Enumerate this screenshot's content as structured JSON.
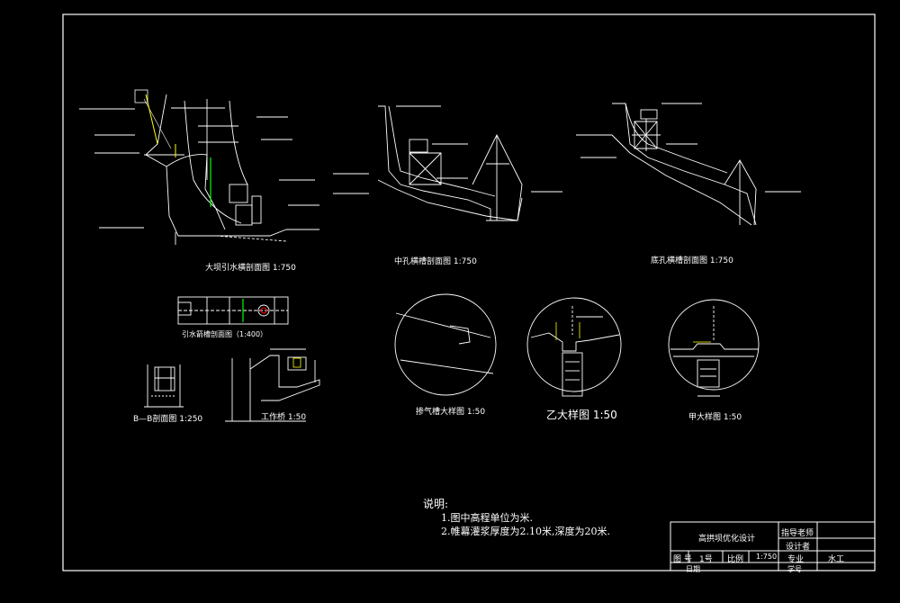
{
  "drawing": {
    "views": {
      "dam_section": "大坝引水横剖面图 1:750",
      "middle_outlet": "中孔横槽剖面图 1:750",
      "bottom_outlet": "底孔横槽剖面图 1:750",
      "intake_plan": "引水箭槽剖面图（1:400）",
      "bb_section": "B—B剖面图  1:250",
      "work_bridge": "工作桥    1:50",
      "aeration_detail": "掺气槽大样图 1:50",
      "detail_b": "乙大样图 1:50",
      "detail_a": "甲大样图 1:50"
    },
    "notes": {
      "heading": "说明:",
      "line1": "1.图中高程单位为米.",
      "line2": "2.帷幕灌浆厚度为2.10米,深度为20米."
    },
    "title_block": {
      "project": "高拱坝优化设计",
      "supervisor": "指导老师",
      "designer": "设计者",
      "drawing_no_label": "图  号",
      "drawing_no": "1号",
      "scale_label": "比例",
      "scale": "1:750",
      "major_label": "专业",
      "major": "水工",
      "date_label": "日期",
      "student_no_label": "学号"
    }
  },
  "colors": {
    "background": "#000000",
    "line": "#ffffff",
    "accent_yellow": "#ffff00",
    "accent_green": "#00ff00",
    "accent_red": "#ff0000"
  }
}
